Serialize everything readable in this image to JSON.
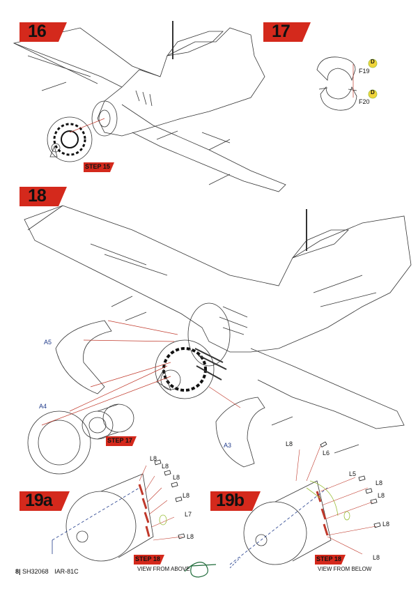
{
  "steps": {
    "s16": "16",
    "s17": "17",
    "s18": "18",
    "s19a": "19a",
    "s19b": "19b"
  },
  "step_refs": {
    "r15": "STEP 15",
    "r17": "STEP 17",
    "r18a": "STEP 18",
    "r18b": "STEP 18"
  },
  "parts": {
    "F19": "F19",
    "F20": "F20",
    "D": "D",
    "A3": "A3",
    "A4": "A4",
    "A5": "A5",
    "L5": "L5",
    "L6": "L6",
    "L7": "L7",
    "L8": "L8"
  },
  "views": {
    "above": "VIEW FROM ABOVE",
    "below": "VIEW FROM BELOW"
  },
  "footer": {
    "page": "8|",
    "code": "SH32068",
    "model": "IAR-81C"
  },
  "colors": {
    "badge_red": "#d4291c",
    "lines": "#333333",
    "callout_red": "#c0392b",
    "axis_blue": "#1f3a8a",
    "clip_green": "#9bbf3a",
    "dot_yellow": "#f1d43a"
  }
}
